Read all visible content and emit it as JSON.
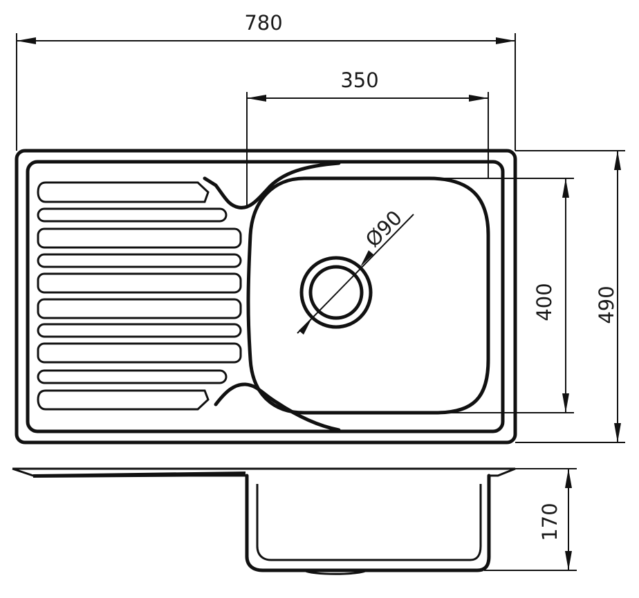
{
  "drawing": {
    "dimensions": {
      "overall_width": "780",
      "bowl_width": "350",
      "bowl_depth": "400",
      "overall_depth": "490",
      "bowl_height": "170",
      "drain_diameter": "Ø90"
    }
  }
}
